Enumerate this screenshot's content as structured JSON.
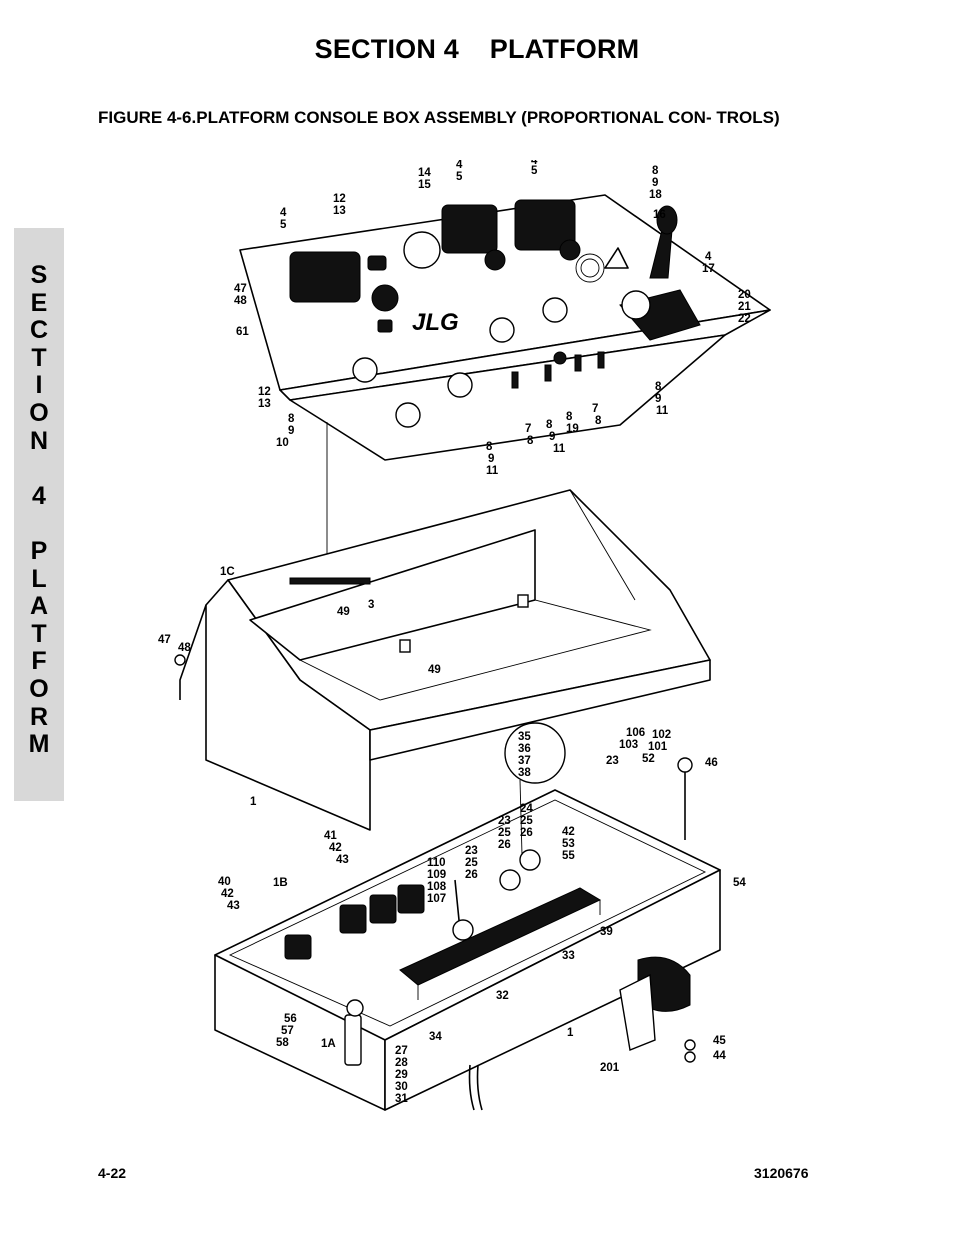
{
  "header": {
    "section_title": "SECTION 4    PLATFORM"
  },
  "figure": {
    "title": "FIGURE 4-6.PLATFORM CONSOLE BOX ASSEMBLY (PROPORTIONAL CON- TROLS)"
  },
  "side_tab": {
    "letters": [
      "S",
      "E",
      "C",
      "T",
      "I",
      "O",
      "N",
      "",
      "4",
      "",
      "P",
      "L",
      "A",
      "T",
      "F",
      "O",
      "R",
      "M"
    ]
  },
  "footer": {
    "page_number": "4-22",
    "doc_number": "3120676"
  },
  "diagram": {
    "logo_text": "JLG",
    "callouts": [
      "14",
      "15",
      "4",
      "5",
      "4",
      "5",
      "8",
      "9",
      "18",
      "12",
      "13",
      "16",
      "4",
      "5",
      "4",
      "17",
      "47",
      "48",
      "20",
      "21",
      "22",
      "61",
      "12",
      "13",
      "8",
      "9",
      "10",
      "7",
      "8",
      "8",
      "9",
      "11",
      "8",
      "19",
      "7",
      "8",
      "8",
      "9",
      "11",
      "8",
      "9",
      "11",
      "1C",
      "49",
      "3",
      "47",
      "48",
      "49",
      "35",
      "36",
      "37",
      "38",
      "106",
      "103",
      "102",
      "101",
      "23",
      "52",
      "46",
      "1",
      "24",
      "25",
      "26",
      "23",
      "25",
      "26",
      "42",
      "53",
      "55",
      "41",
      "42",
      "43",
      "23",
      "25",
      "26",
      "110",
      "109",
      "108",
      "107",
      "40",
      "42",
      "43",
      "1B",
      "54",
      "39",
      "33",
      "32",
      "56",
      "57",
      "58",
      "1A",
      "34",
      "27",
      "28",
      "29",
      "30",
      "31",
      "1",
      "45",
      "44",
      "201"
    ]
  }
}
